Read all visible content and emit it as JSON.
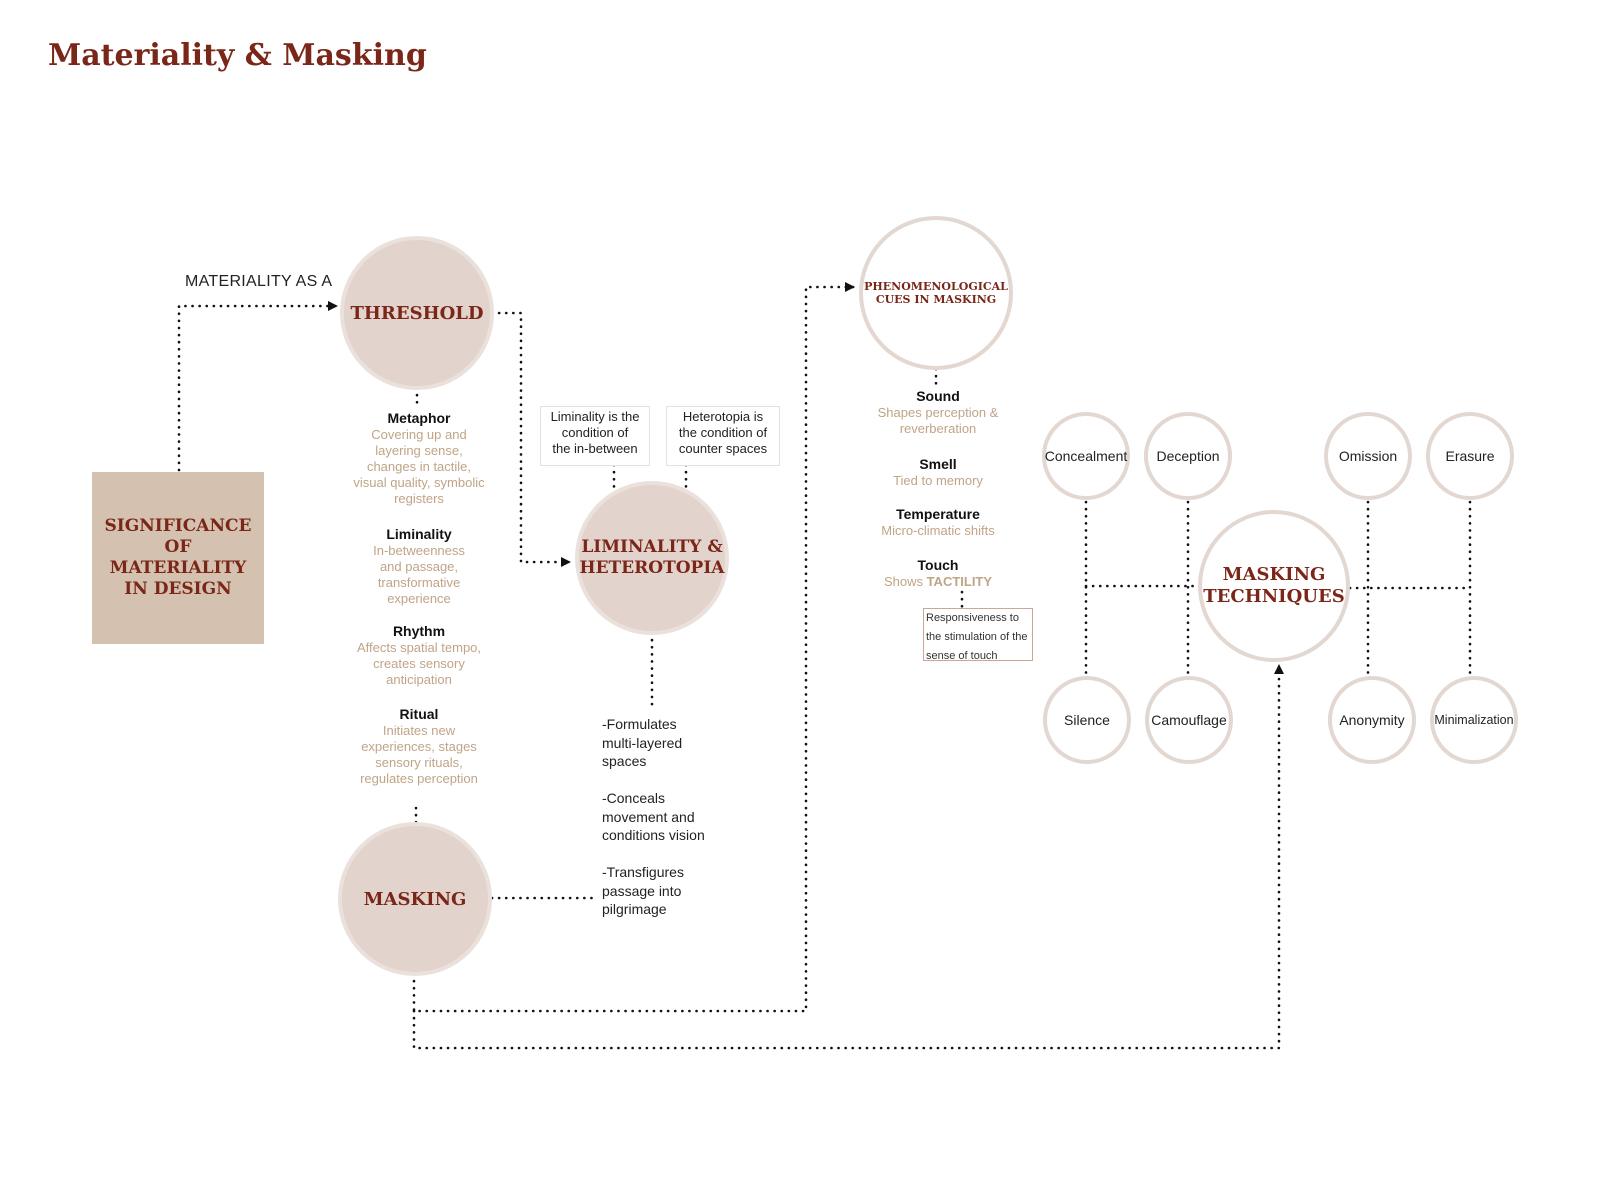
{
  "title": "Materiality & Masking",
  "significance": "SIGNIFICANCE OF MATERIALITY IN DESIGN",
  "materiality_label": "MATERIALITY AS A",
  "threshold": "THRESHOLD",
  "threshold_attributes": [
    {
      "heading": "Metaphor",
      "text": "Covering up and\nlayering sense,\nchanges in tactile,\nvisual quality, symbolic\nregisters"
    },
    {
      "heading": "Liminality",
      "text": "In-betweenness\nand passage,\ntransformative\nexperience"
    },
    {
      "heading": "Rhythm",
      "text": "Affects spatial tempo,\ncreates sensory\nanticipation"
    },
    {
      "heading": "Ritual",
      "text": "Initiates new\nexperiences, stages\nsensory rituals,\nregulates perception"
    }
  ],
  "liminality_note": "Liminality is the\ncondition of\nthe in-between",
  "heterotopia_note": "Heterotopia is\nthe condition of\ncounter spaces",
  "liminality_heterotopia": "LIMINALITY & HETEROTOPIA",
  "masking": "MASKING",
  "masking_effects": "-Formulates\nmulti-layered\nspaces\n\n-Conceals\nmovement and\nconditions vision\n\n-Transfigures\npassage into\npilgrimage",
  "phenomenological": "PHENOMENOLOGICAL CUES IN MASKING",
  "cues": [
    {
      "heading": "Sound",
      "text": "Shapes perception &\nreverberation"
    },
    {
      "heading": "Smell",
      "text": "Tied to memory"
    },
    {
      "heading": "Temperature",
      "text": "Micro-climatic shifts"
    },
    {
      "heading": "Touch",
      "text": "Shows "
    }
  ],
  "tactility": "TACTILITY",
  "touch_note": "Responsiveness to\nthe stimulation of the\nsense of touch",
  "masking_techniques": "MASKING TECHNIQUES",
  "techniques": [
    "Concealment",
    "Deception",
    "Omission",
    "Erasure",
    "Silence",
    "Camouflage",
    "Anonymity",
    "Minimalization"
  ],
  "colors": {
    "accent_text": "#7a2618",
    "circle_fill": "#e2d3cc",
    "square_fill": "#d4c1af",
    "circle_stroke": "#e3d7d1",
    "description_text": "#c0a487"
  }
}
